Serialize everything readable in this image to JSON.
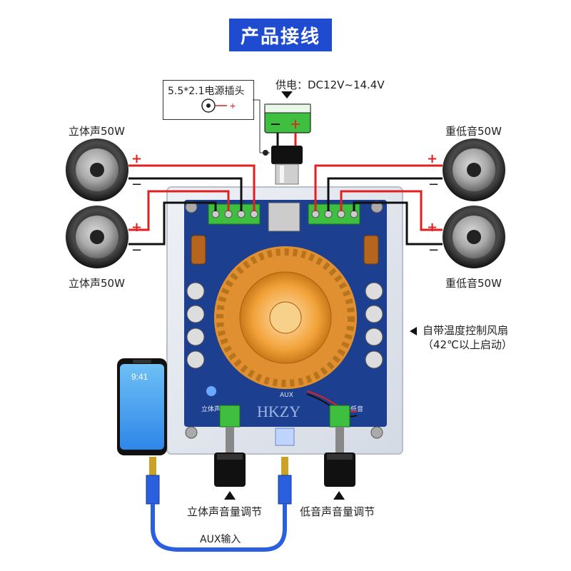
{
  "title": "产品接线",
  "power": {
    "label": "供电：DC12V~14.4V",
    "terminal_minus": "－",
    "terminal_plus": "＋",
    "plug_label": "5.5*2.1电源插头",
    "plug_plus": "+"
  },
  "speakers": {
    "left_top": "立体声50W",
    "left_bottom": "立体声50W",
    "right_top": "重低音50W",
    "right_bottom": "重低音50W",
    "plus": "+",
    "minus": "−"
  },
  "fan_note": {
    "line1": "自带温度控制风扇",
    "line2": "（42℃以上启动）"
  },
  "knobs": {
    "stereo": "立体声音量调节",
    "bass": "低音声音量调节"
  },
  "aux_label": "AUX输入",
  "phone": {
    "time": "9:41"
  },
  "board": {
    "logo": "HKZY",
    "stereo_silk": "立体声",
    "bass_silk": "重低音",
    "aux_silk": "AUX"
  },
  "colors": {
    "title_bg": "#1f4bd0",
    "wire_red": "#e02020",
    "wire_black": "#111111",
    "pcb": "#1d3f8f",
    "heatsink": "#f0a640",
    "terminal_green": "#3fbf3f",
    "cable_blue": "#2a5fe0"
  }
}
